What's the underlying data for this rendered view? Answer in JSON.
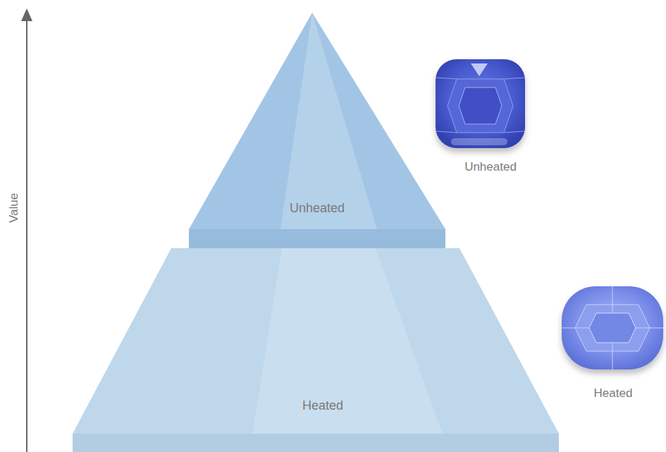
{
  "diagram": {
    "nodes": [
      {
        "text": [
          "Unheated"
        ]
      },
      {
        "text": [
          "Heated"
        ]
      }
    ],
    "labels": [
      "Value",
      "Unheated",
      "Heated"
    ]
  }
}
